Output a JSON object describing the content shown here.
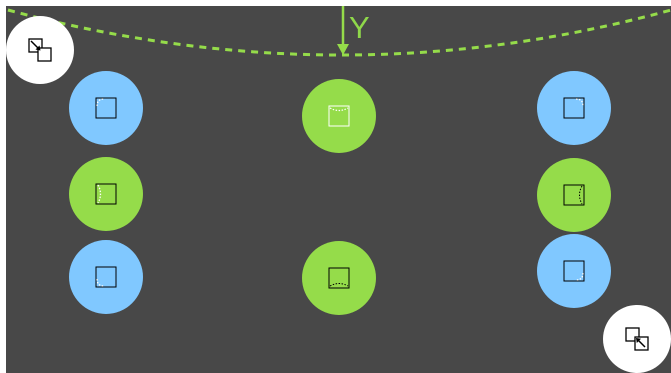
{
  "axis": {
    "label": "Y",
    "color": "#8fd84a"
  },
  "colors": {
    "blue": "#80c8ff",
    "green": "#95dc4a",
    "background": "#484848",
    "corner": "#ffffff"
  },
  "controls": [
    {
      "name": "resize-top-left-button",
      "icon": "resize-nw-icon"
    },
    {
      "name": "resize-bottom-right-button",
      "icon": "resize-se-icon"
    }
  ],
  "handles": [
    {
      "name": "corner-radius-top-left-handle",
      "color": "blue",
      "icon": "square-corner-top-left-icon"
    },
    {
      "name": "edge-curve-top-handle",
      "color": "green",
      "icon": "square-edge-top-icon"
    },
    {
      "name": "corner-radius-top-right-handle",
      "color": "blue",
      "icon": "square-corner-top-right-icon"
    },
    {
      "name": "edge-curve-left-handle",
      "color": "green",
      "icon": "square-edge-left-icon"
    },
    {
      "name": "edge-curve-right-handle",
      "color": "green",
      "icon": "square-edge-right-icon"
    },
    {
      "name": "corner-radius-bottom-left-handle",
      "color": "blue",
      "icon": "square-corner-bottom-left-icon"
    },
    {
      "name": "edge-curve-bottom-handle",
      "color": "green",
      "icon": "square-edge-bottom-icon"
    },
    {
      "name": "corner-radius-bottom-right-handle",
      "color": "blue",
      "icon": "square-corner-bottom-right-icon"
    }
  ]
}
